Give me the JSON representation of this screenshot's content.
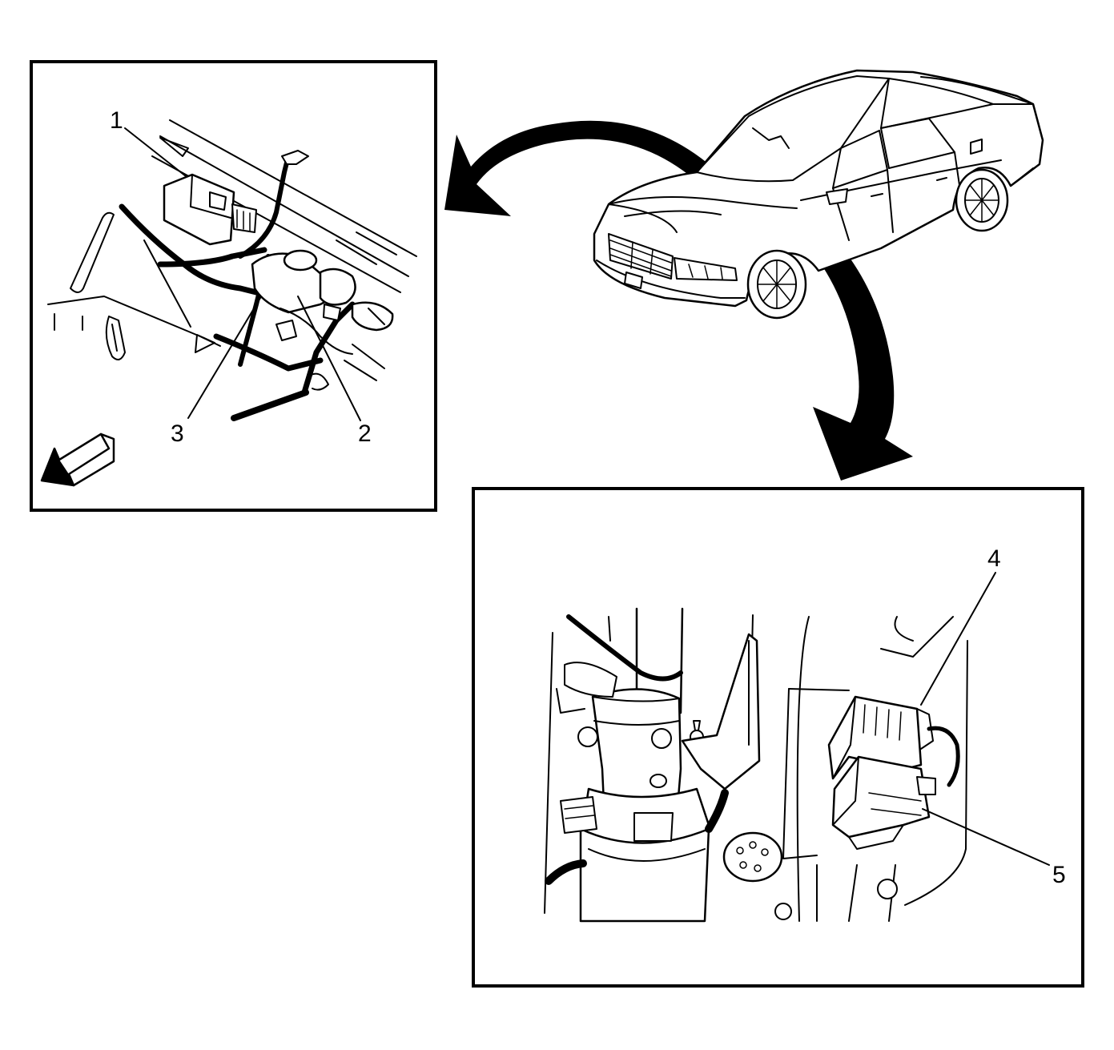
{
  "callouts": {
    "c1": "1",
    "c2": "2",
    "c3": "3",
    "c4": "4",
    "c5": "5"
  },
  "icons": {
    "vehicle": "sedan-front-three-quarter-icon",
    "arrow_left": "curved-arrow-left-icon",
    "arrow_down": "curved-arrow-down-icon",
    "front_direction": "front-direction-arrow-icon"
  },
  "colors": {
    "line": "#000000",
    "background": "#ffffff"
  }
}
